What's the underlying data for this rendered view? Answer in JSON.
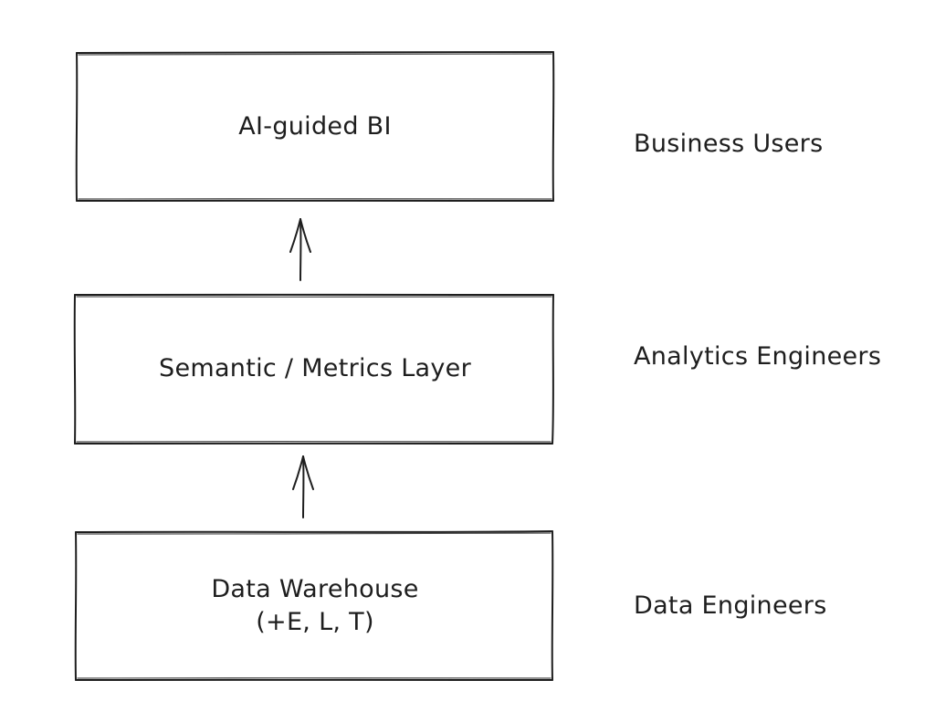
{
  "layers": [
    {
      "id": "bi",
      "label": "AI-guided BI",
      "role": "Business Users"
    },
    {
      "id": "semantic",
      "label": "Semantic / Metrics Layer",
      "role": "Analytics Engineers"
    },
    {
      "id": "warehouse",
      "label_line1": "Data Warehouse",
      "label_line2": "(+E, L, T)",
      "role": "Data Engineers"
    }
  ],
  "colors": {
    "stroke": "#1e1e1e",
    "background": "#ffffff"
  }
}
